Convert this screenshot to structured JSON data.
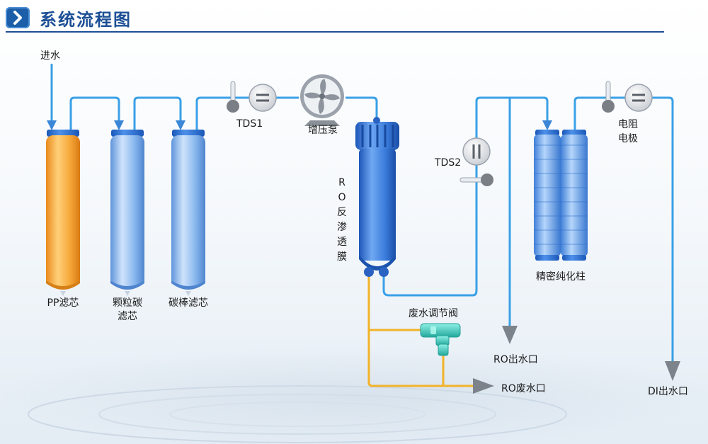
{
  "header": {
    "title": "系统流程图"
  },
  "labels": {
    "inlet": "进水",
    "pp_filter": "PP滤芯",
    "granular_carbon_line1": "颗粒碳",
    "granular_carbon_line2": "滤芯",
    "carbon_block": "碳棒滤芯",
    "tds1": "TDS1",
    "booster_pump": "增压泵",
    "ro_membrane": "RO反渗透膜",
    "tds2": "TDS2",
    "polishing_column": "精密纯化柱",
    "resistivity_line1": "电阻",
    "resistivity_line2": "电极",
    "waste_valve": "废水调节阀",
    "ro_outlet": "RO出水口",
    "ro_waste_outlet": "RO废水口",
    "di_outlet": "DI出水口"
  },
  "colors": {
    "title": "#1c4f95",
    "water_line": "#3aa0e6",
    "waste_line": "#f2b32a",
    "pp_filter": "#f4a236",
    "filter_blue": "#7fb1ea",
    "ro_housing": "#2f6fd1",
    "valve": "#46d0c4"
  },
  "icons": [
    "chevron-right-icon",
    "thermometer-icon",
    "flow-meter-icon",
    "pump-fan-icon",
    "arrow-down-icon",
    "arrow-right-icon"
  ]
}
